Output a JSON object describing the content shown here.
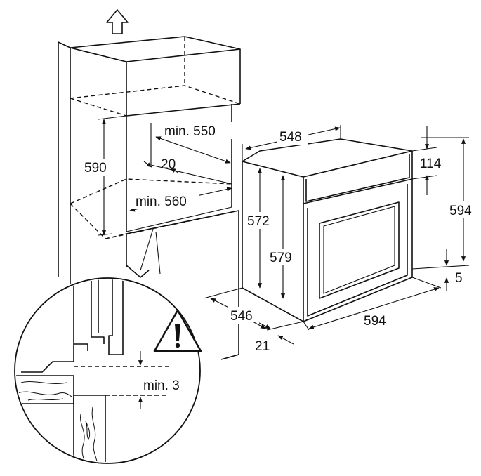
{
  "dimensions": {
    "niche_height": "590",
    "niche_depth_min": "min. 550",
    "niche_gap": "20",
    "niche_width_min": "min. 560",
    "oven_width_top": "548",
    "oven_height_572": "572",
    "oven_height_579": "579",
    "oven_depth": "546",
    "door_depth": "21",
    "oven_width_front": "594",
    "oven_height_front": "594",
    "panel_height": "114",
    "base_offset": "5",
    "clearance_min": "min. 3"
  },
  "icons": {
    "up_arrow": "upward-arrow-icon",
    "warning": "warning-triangle-icon"
  },
  "colors": {
    "line": "#111111",
    "background": "#ffffff"
  }
}
